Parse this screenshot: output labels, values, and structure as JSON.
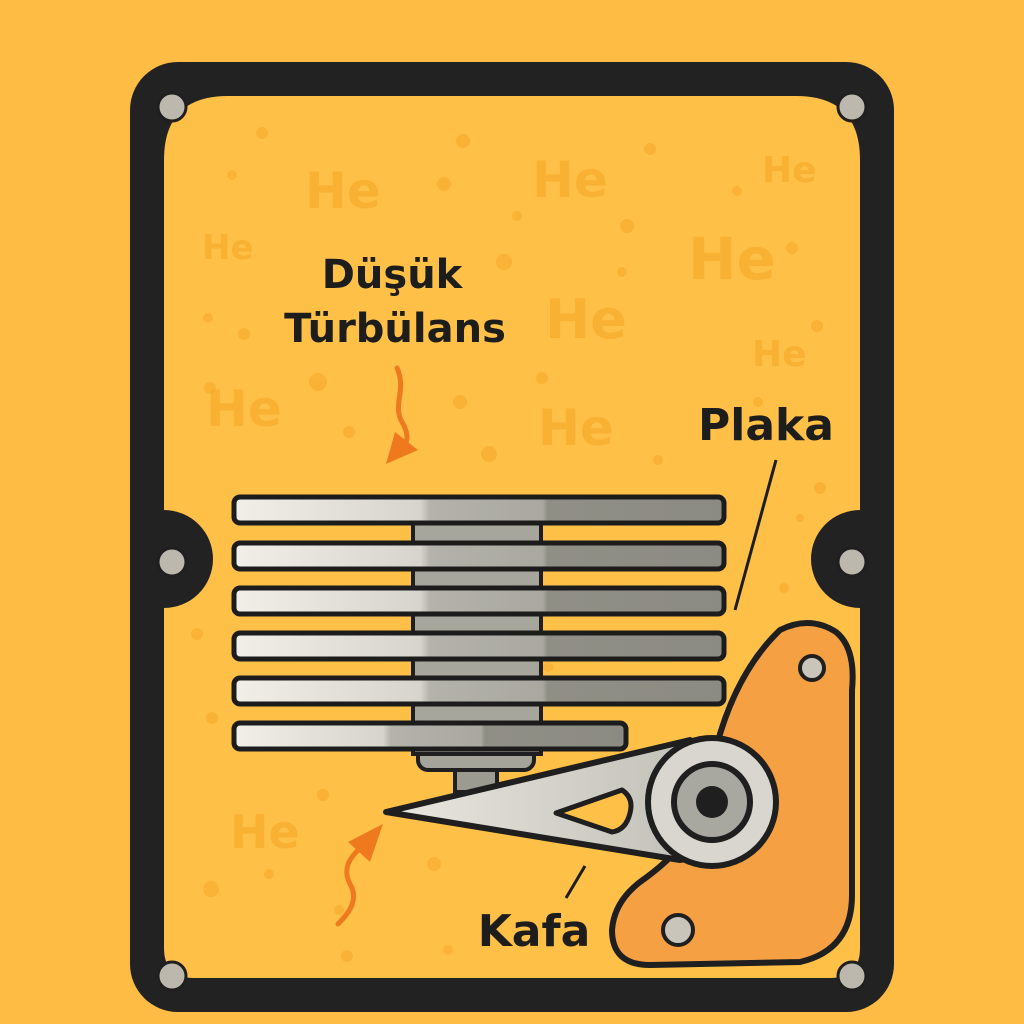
{
  "labels": {
    "turbulence_line1": "Düşük",
    "turbulence_line2": "Türbülans",
    "platter": "Plaka",
    "head": "Kafa"
  },
  "gas_symbol": "He",
  "colors": {
    "background": "#FFBC45",
    "inner": "#FFC048",
    "frame": "#222222",
    "platter_light": "#EFEDE6",
    "platter_dark": "#8D8C84",
    "actuator": "#F5A043",
    "arrow": "#EE7A1D"
  }
}
